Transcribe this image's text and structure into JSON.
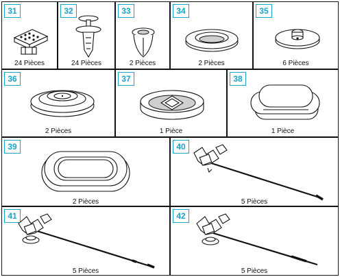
{
  "accent_color": "#1aa3c8",
  "parts": [
    {
      "number": "31",
      "quantity": "24 Pièces",
      "icon": "square-clip-icon"
    },
    {
      "number": "32",
      "quantity": "24 Pièces",
      "icon": "push-pin-clip-icon"
    },
    {
      "number": "33",
      "quantity": "2 Pièces",
      "icon": "plug-clip-icon"
    },
    {
      "number": "34",
      "quantity": "2 Pièces",
      "icon": "ring-grommet-icon"
    },
    {
      "number": "35",
      "quantity": "6 Pièces",
      "icon": "round-plug-icon"
    },
    {
      "number": "36",
      "quantity": "2 Pièces",
      "icon": "large-round-grommet-icon"
    },
    {
      "number": "37",
      "quantity": "1 Pièce",
      "icon": "square-hole-grommet-icon"
    },
    {
      "number": "38",
      "quantity": "1 Pièce",
      "icon": "oval-plug-icon"
    },
    {
      "number": "39",
      "quantity": "2 Pièces",
      "icon": "oval-grommet-icon"
    },
    {
      "number": "40",
      "quantity": "5 Pièces",
      "icon": "rod-clip-icon"
    },
    {
      "number": "41",
      "quantity": "5 Pièces",
      "icon": "rod-clip-with-cap-icon"
    },
    {
      "number": "42",
      "quantity": "5 Pièces",
      "icon": "rod-clip-with-cap-long-icon"
    }
  ]
}
